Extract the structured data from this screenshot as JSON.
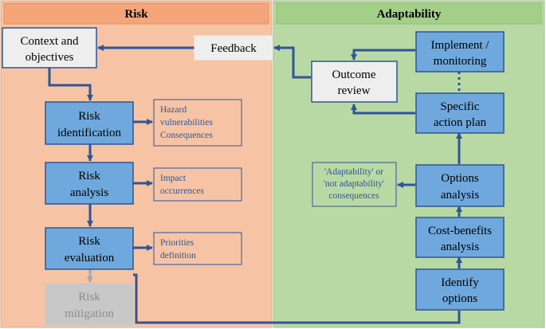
{
  "panels": {
    "risk_title": "Risk",
    "adaptability_title": "Adaptability"
  },
  "nodes": {
    "context": [
      "Context and",
      "objectives"
    ],
    "feedback": [
      "Feedback"
    ],
    "outcome_review": [
      "Outcome",
      "review"
    ],
    "implement": [
      "Implement /",
      "monitoring"
    ],
    "specific_plan": [
      "Specific",
      "action plan"
    ],
    "options_analysis": [
      "Options",
      "analysis"
    ],
    "cost_benefits": [
      "Cost-benefits",
      "analysis"
    ],
    "identify_options": [
      "Identify",
      "options"
    ],
    "risk_identification": [
      "Risk",
      "identification"
    ],
    "risk_analysis": [
      "Risk",
      "analysis"
    ],
    "risk_evaluation": [
      "Risk",
      "evaluation"
    ],
    "risk_mitigation": [
      "Risk",
      "mitigation"
    ]
  },
  "notes": {
    "hazard": [
      "Hazard",
      "vulnerabilities",
      "Consequences"
    ],
    "impact": [
      "Impact",
      "occurrences"
    ],
    "priorities": [
      "Priorities",
      "definition"
    ],
    "adaptability_consequences": [
      "'Adaptability' or",
      "'not adaptability'",
      "consequences"
    ]
  },
  "colors": {
    "risk_panel": "#f4b183",
    "adaptability_panel": "#a9d18e",
    "risk_header": "#f4a57a",
    "adaptability_header": "#a9d18e",
    "process_box": "#6fa8dc",
    "box_border": "#2f5597",
    "neutral_box": "#eeeeee",
    "mitigation_box": "#c8c8c8",
    "edge": "#2f5597",
    "note_text": "#2f5597"
  }
}
